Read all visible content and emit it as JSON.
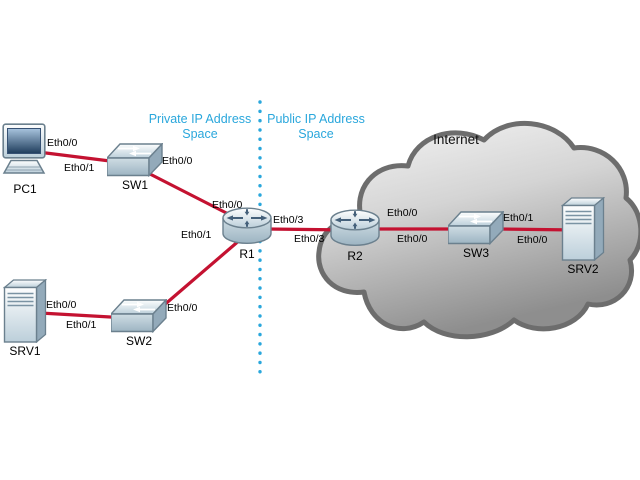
{
  "internet_label": "Internet",
  "regions": {
    "private": {
      "line1": "Private IP Address",
      "line2": "Space"
    },
    "public": {
      "line1": "Public IP Address",
      "line2": "Space"
    }
  },
  "devices": {
    "pc1": {
      "label": "PC1",
      "type": "pc"
    },
    "sw1": {
      "label": "SW1",
      "type": "switch"
    },
    "sw2": {
      "label": "SW2",
      "type": "switch"
    },
    "sw3": {
      "label": "SW3",
      "type": "switch"
    },
    "r1": {
      "label": "R1",
      "type": "router"
    },
    "r2": {
      "label": "R2",
      "type": "router"
    },
    "srv1": {
      "label": "SRV1",
      "type": "server"
    },
    "srv2": {
      "label": "SRV2",
      "type": "server"
    }
  },
  "interfaces": {
    "pc1_to_sw1": "Eth0/0",
    "sw1_to_pc1": "Eth0/1",
    "sw1_to_r1": "Eth0/0",
    "r1_to_sw1": "Eth0/0",
    "r1_to_sw2": "Eth0/1",
    "r1_to_r2": "Eth0/3",
    "r2_to_r1": "Eth0/3",
    "r2_to_sw3": "Eth0/0",
    "sw3_to_r2": "Eth0/0",
    "sw3_to_srv2": "Eth0/1",
    "srv2_to_sw3": "Eth0/0",
    "srv1_to_sw2": "Eth0/0",
    "sw2_to_srv1": "Eth0/1",
    "sw2_to_r1": "Eth0/0"
  },
  "connections": [
    {
      "from": "PC1 Eth0/0",
      "to": "SW1 Eth0/1"
    },
    {
      "from": "SW1 Eth0/0",
      "to": "R1 Eth0/0"
    },
    {
      "from": "SRV1 Eth0/0",
      "to": "SW2 Eth0/1"
    },
    {
      "from": "SW2 Eth0/0",
      "to": "R1 Eth0/1"
    },
    {
      "from": "R1 Eth0/3",
      "to": "R2 Eth0/3"
    },
    {
      "from": "R2 Eth0/0",
      "to": "SW3 Eth0/0"
    },
    {
      "from": "SW3 Eth0/1",
      "to": "SRV2 Eth0/0"
    }
  ],
  "colors": {
    "region_text": "#2aa7dc",
    "divider": "#2aa7dc",
    "link": "#c41231"
  }
}
